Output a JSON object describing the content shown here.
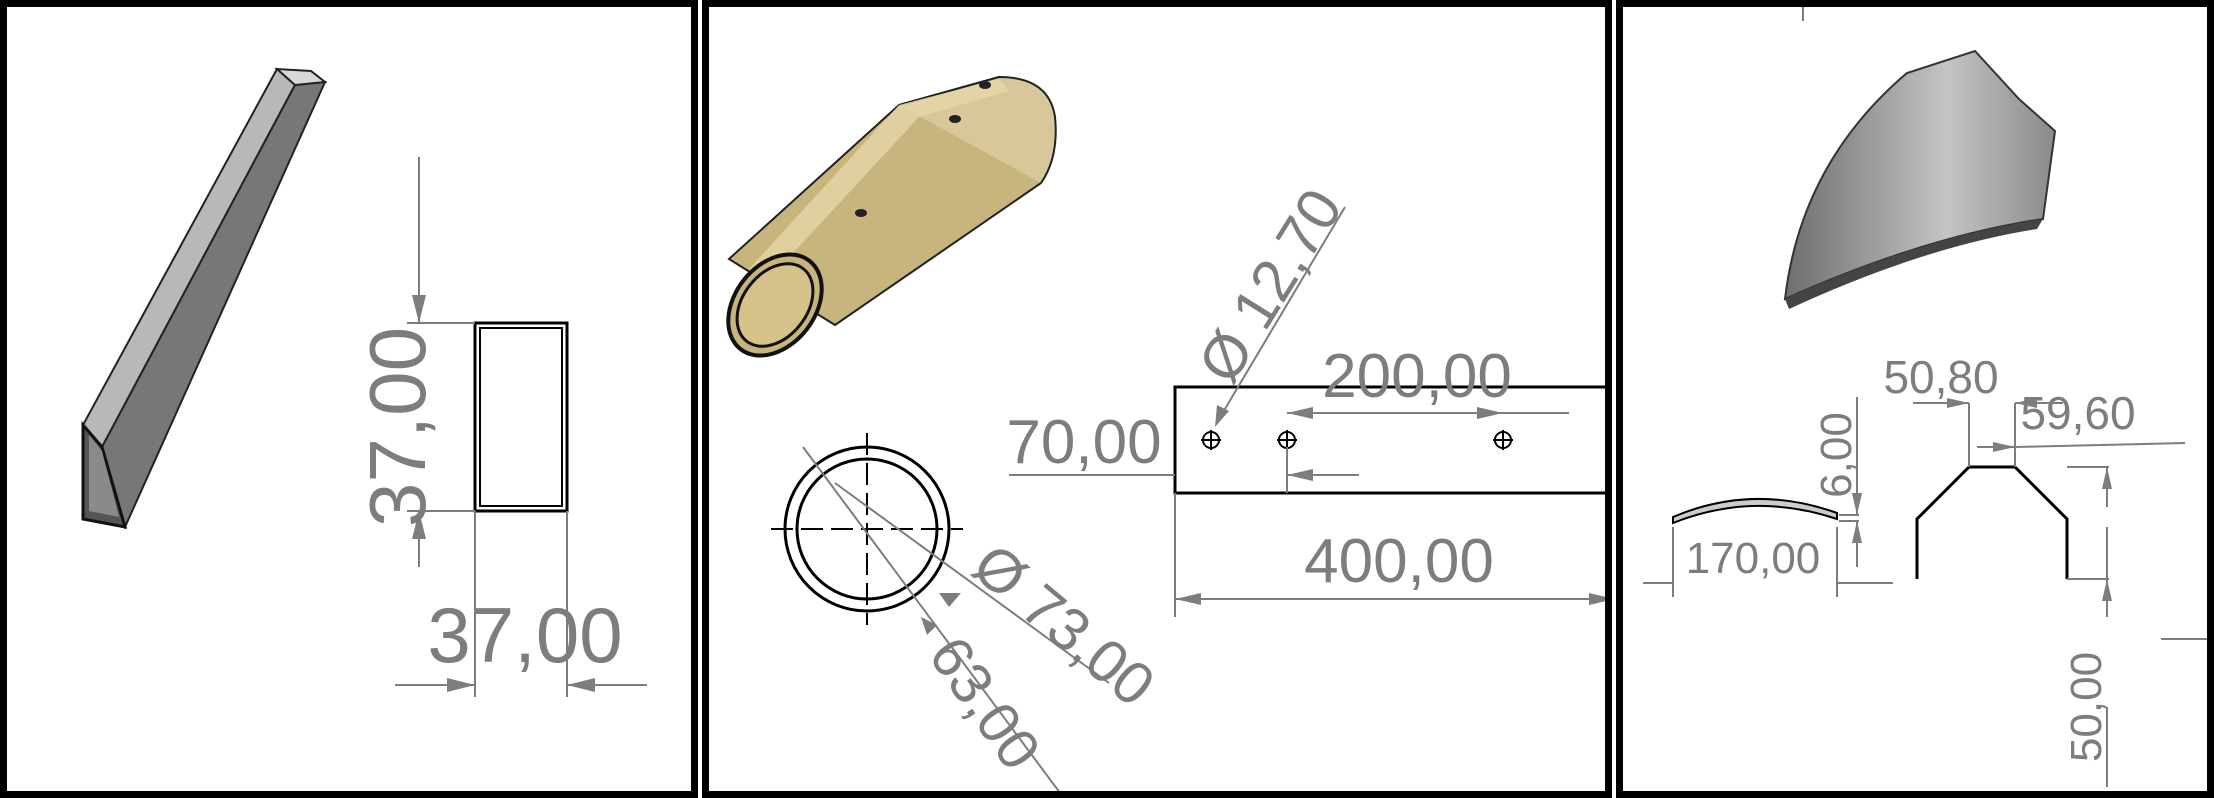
{
  "panels": [
    {
      "id": "square-tube",
      "dimensions": {
        "height": "37,00",
        "width": "37,00"
      }
    },
    {
      "id": "cylinder-tube",
      "dimensions": {
        "hole_diameter": "Ø 12,70",
        "hole_spacing": "200,00",
        "first_hole_offset": "70,00",
        "length": "400,00",
        "outer_diameter": "Ø 73,00",
        "inner_diameter": "63,00"
      }
    },
    {
      "id": "curved-plate",
      "dimensions": {
        "top_width": "50,80",
        "slant_width": "59,60",
        "thickness": "6,00",
        "arc_length": "170,00",
        "height": "50,00"
      }
    }
  ],
  "colors": {
    "dimension": "#7d7d7d",
    "border": "#000000",
    "tube_body": "#c8b57e",
    "steel": "#a8a8a8"
  }
}
